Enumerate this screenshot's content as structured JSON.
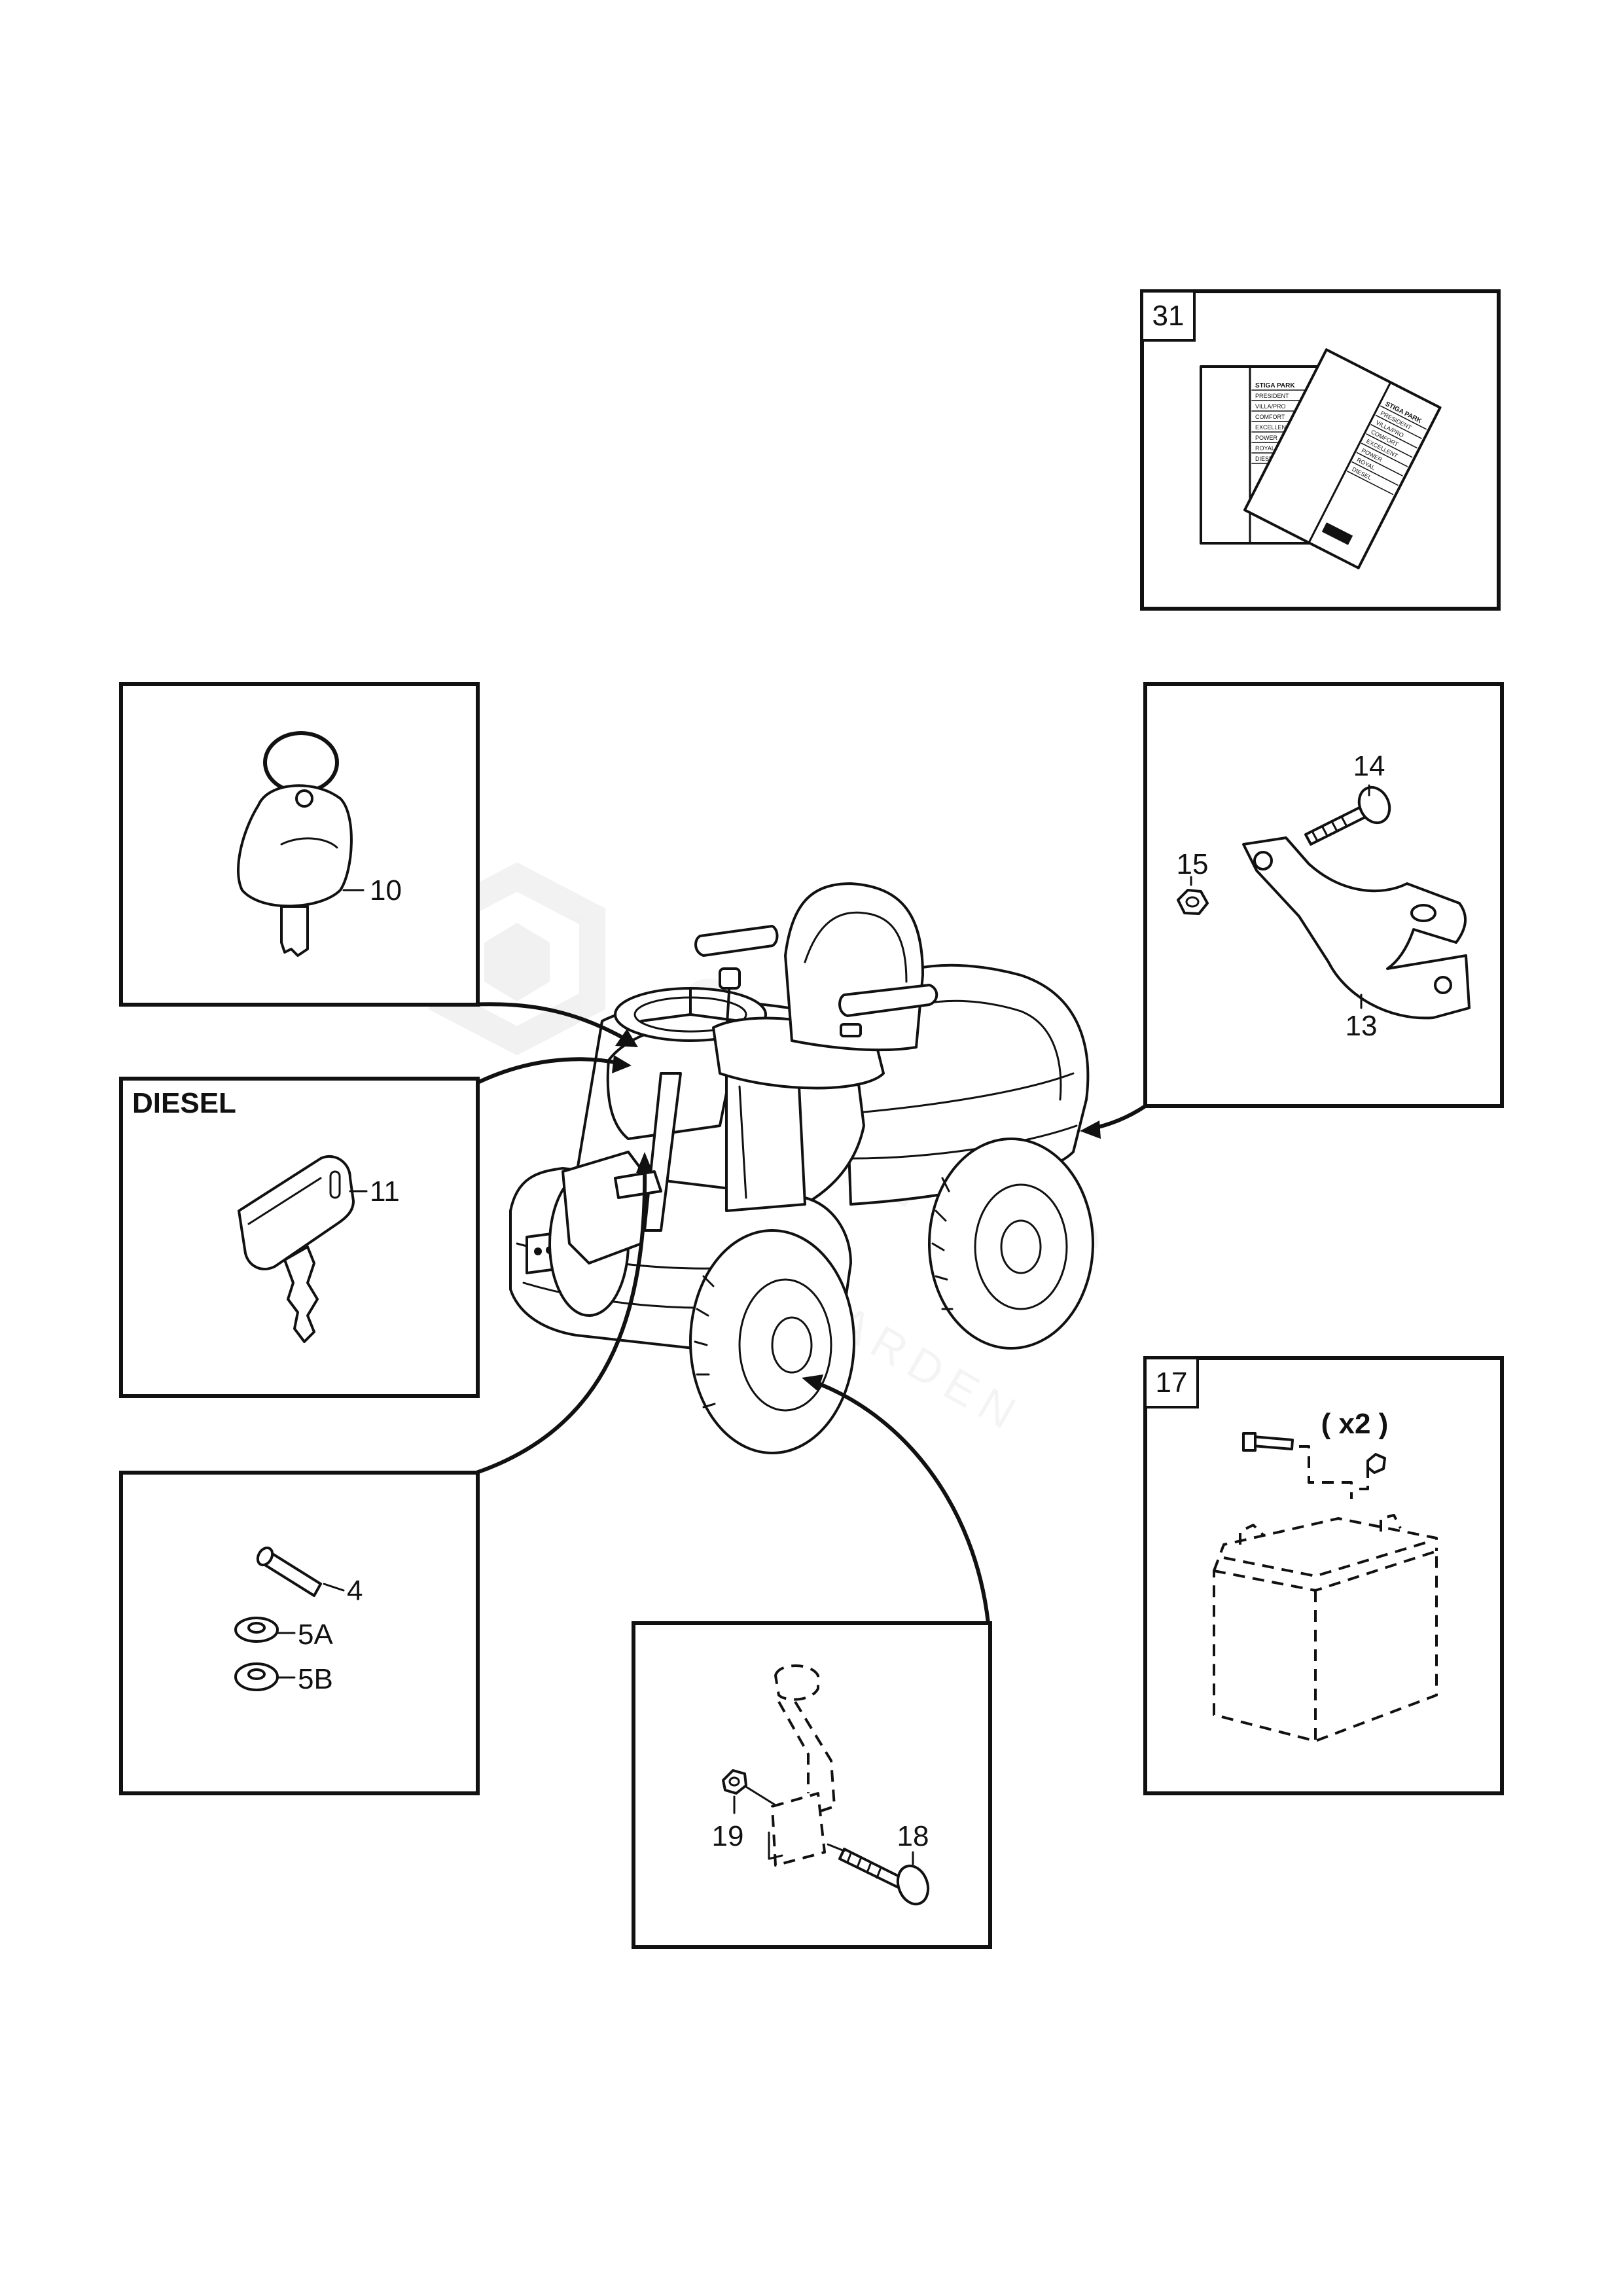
{
  "labels": {
    "manual_box": "31",
    "battery_box": "17",
    "battery_qty": "( x2 )",
    "diesel_header": "DIESEL",
    "key": "10",
    "diesel_key": "11",
    "bracket": "13",
    "bolt": "14",
    "nut": "15",
    "pin": "4",
    "washer_a": "5A",
    "washer_b": "5B",
    "pedal_bolt": "18",
    "pedal_nut": "19"
  },
  "manual_text": {
    "left_booklet": [
      "STIGA PARK",
      "PRESIDENT",
      "VILLA/PRO",
      "COMFORT",
      "EXCELLENT",
      "POWER",
      "ROYAL",
      "DIESEL"
    ],
    "right_booklet": [
      "STIGA PARK",
      "PRESIDENT",
      "VILLA/PRO",
      "COMFORT",
      "EXCELLENT",
      "POWER",
      "ROYAL",
      "DIESEL"
    ]
  }
}
